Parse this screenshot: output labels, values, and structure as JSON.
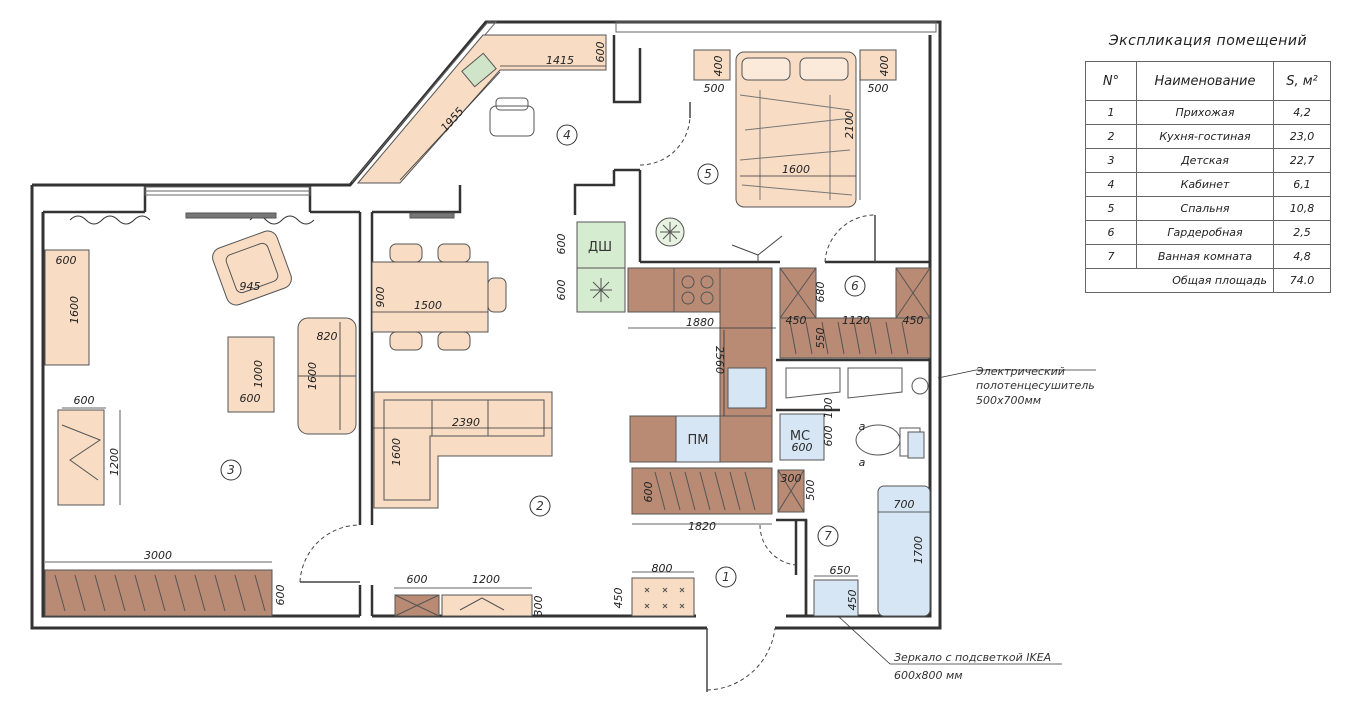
{
  "legend": {
    "title": "Экспликация помещений",
    "headers": {
      "num": "N°",
      "name": "Наименование",
      "area": "S, м²"
    },
    "rows": [
      {
        "num": "1",
        "name": "Прихожая",
        "area": "4,2"
      },
      {
        "num": "2",
        "name": "Кухня-гостиная",
        "area": "23,0"
      },
      {
        "num": "3",
        "name": "Детская",
        "area": "22,7"
      },
      {
        "num": "4",
        "name": "Кабинет",
        "area": "6,1"
      },
      {
        "num": "5",
        "name": "Спальня",
        "area": "10,8"
      },
      {
        "num": "6",
        "name": "Гардеробная",
        "area": "2,5"
      },
      {
        "num": "7",
        "name": "Ванная комната",
        "area": "4,8"
      }
    ],
    "total_label": "Общая площадь",
    "total_value": "74.0"
  },
  "rooms": {
    "r1": "1",
    "r2": "2",
    "r3": "3",
    "r4": "4",
    "r5": "5",
    "r6": "6",
    "r7": "7"
  },
  "labels": {
    "shower": "ДШ",
    "dishwasher": "ПМ",
    "washer": "МС"
  },
  "dims": {
    "d1415": "1415",
    "d600a": "600",
    "d1955": "1955",
    "d400a": "400",
    "d400b": "400",
    "d500a": "500",
    "d500b": "500",
    "d2100": "2100",
    "d1600bed": "1600",
    "d600b": "600",
    "d600c": "600",
    "d1880": "1880",
    "d2560": "2560",
    "d680": "680",
    "d450a": "450",
    "d1120": "1120",
    "d450b": "450",
    "d550": "550",
    "d900": "900",
    "d1500": "1500",
    "d2390": "2390",
    "d1600sofa": "1600",
    "d600d": "600",
    "d1600w": "1600",
    "d945": "945",
    "d820": "820",
    "d1600s": "1600",
    "d1000": "1000",
    "d600e": "600",
    "d600f": "600",
    "d1200": "1200",
    "d3000": "3000",
    "d600g": "600",
    "d600h": "600",
    "d1200b": "1200",
    "d300a": "300",
    "d800": "800",
    "d450c": "450",
    "d600i": "600",
    "d1820": "1820",
    "d300b": "300",
    "d500c": "500",
    "d100": "100",
    "d600j": "600",
    "d600k": "600",
    "d700": "700",
    "d1700": "1700",
    "d650": "650",
    "d450d": "450",
    "a1": "a",
    "a2": "a"
  },
  "notes": {
    "heater_1": "Электрический",
    "heater_2": "полотенцесушитель",
    "heater_3": "500х700мм",
    "mirror_1": "Зеркало с подсветкой IKEA",
    "mirror_2": "600х800 мм"
  },
  "colors": {
    "furniture": "#f8dcc4",
    "wood": "#b98a74",
    "wet": "#d6ecd0",
    "water": "#d6e6f4",
    "wall": "#333333"
  }
}
